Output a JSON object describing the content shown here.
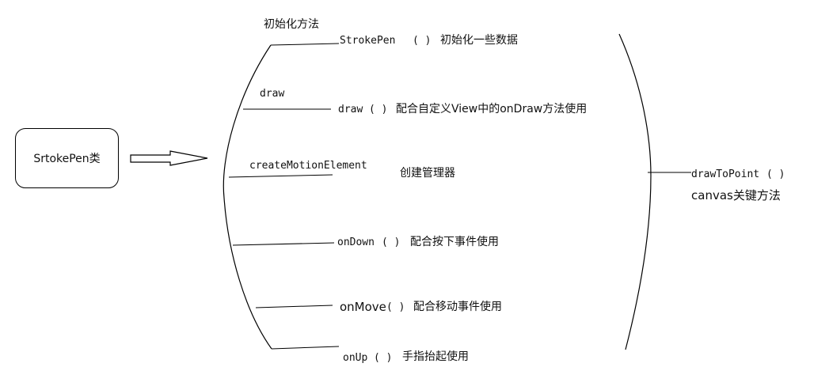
{
  "class_node": {
    "label": "SrtokePen类"
  },
  "init_section": {
    "label": "初始化方法"
  },
  "methods": [
    {
      "name": "StrokePen",
      "parens": "( )",
      "desc": "初始化一些数据"
    },
    {
      "name": "draw",
      "parens": "( )",
      "desc": "配合自定义View中的onDraw方法使用"
    },
    {
      "name": "createMotionElement",
      "parens": "",
      "desc": "创建管理器"
    },
    {
      "name": "onDown",
      "parens": "( )",
      "desc": "配合按下事件使用"
    },
    {
      "name": "onMove",
      "parens": "( )",
      "desc": "配合移动事件使用"
    },
    {
      "name": "onUp",
      "parens": "( )",
      "desc": "手指抬起使用"
    }
  ],
  "draw_caption": {
    "label": "draw"
  },
  "key_method": {
    "name": "drawToPoint",
    "parens": "( )",
    "desc": "canvas关键方法"
  }
}
